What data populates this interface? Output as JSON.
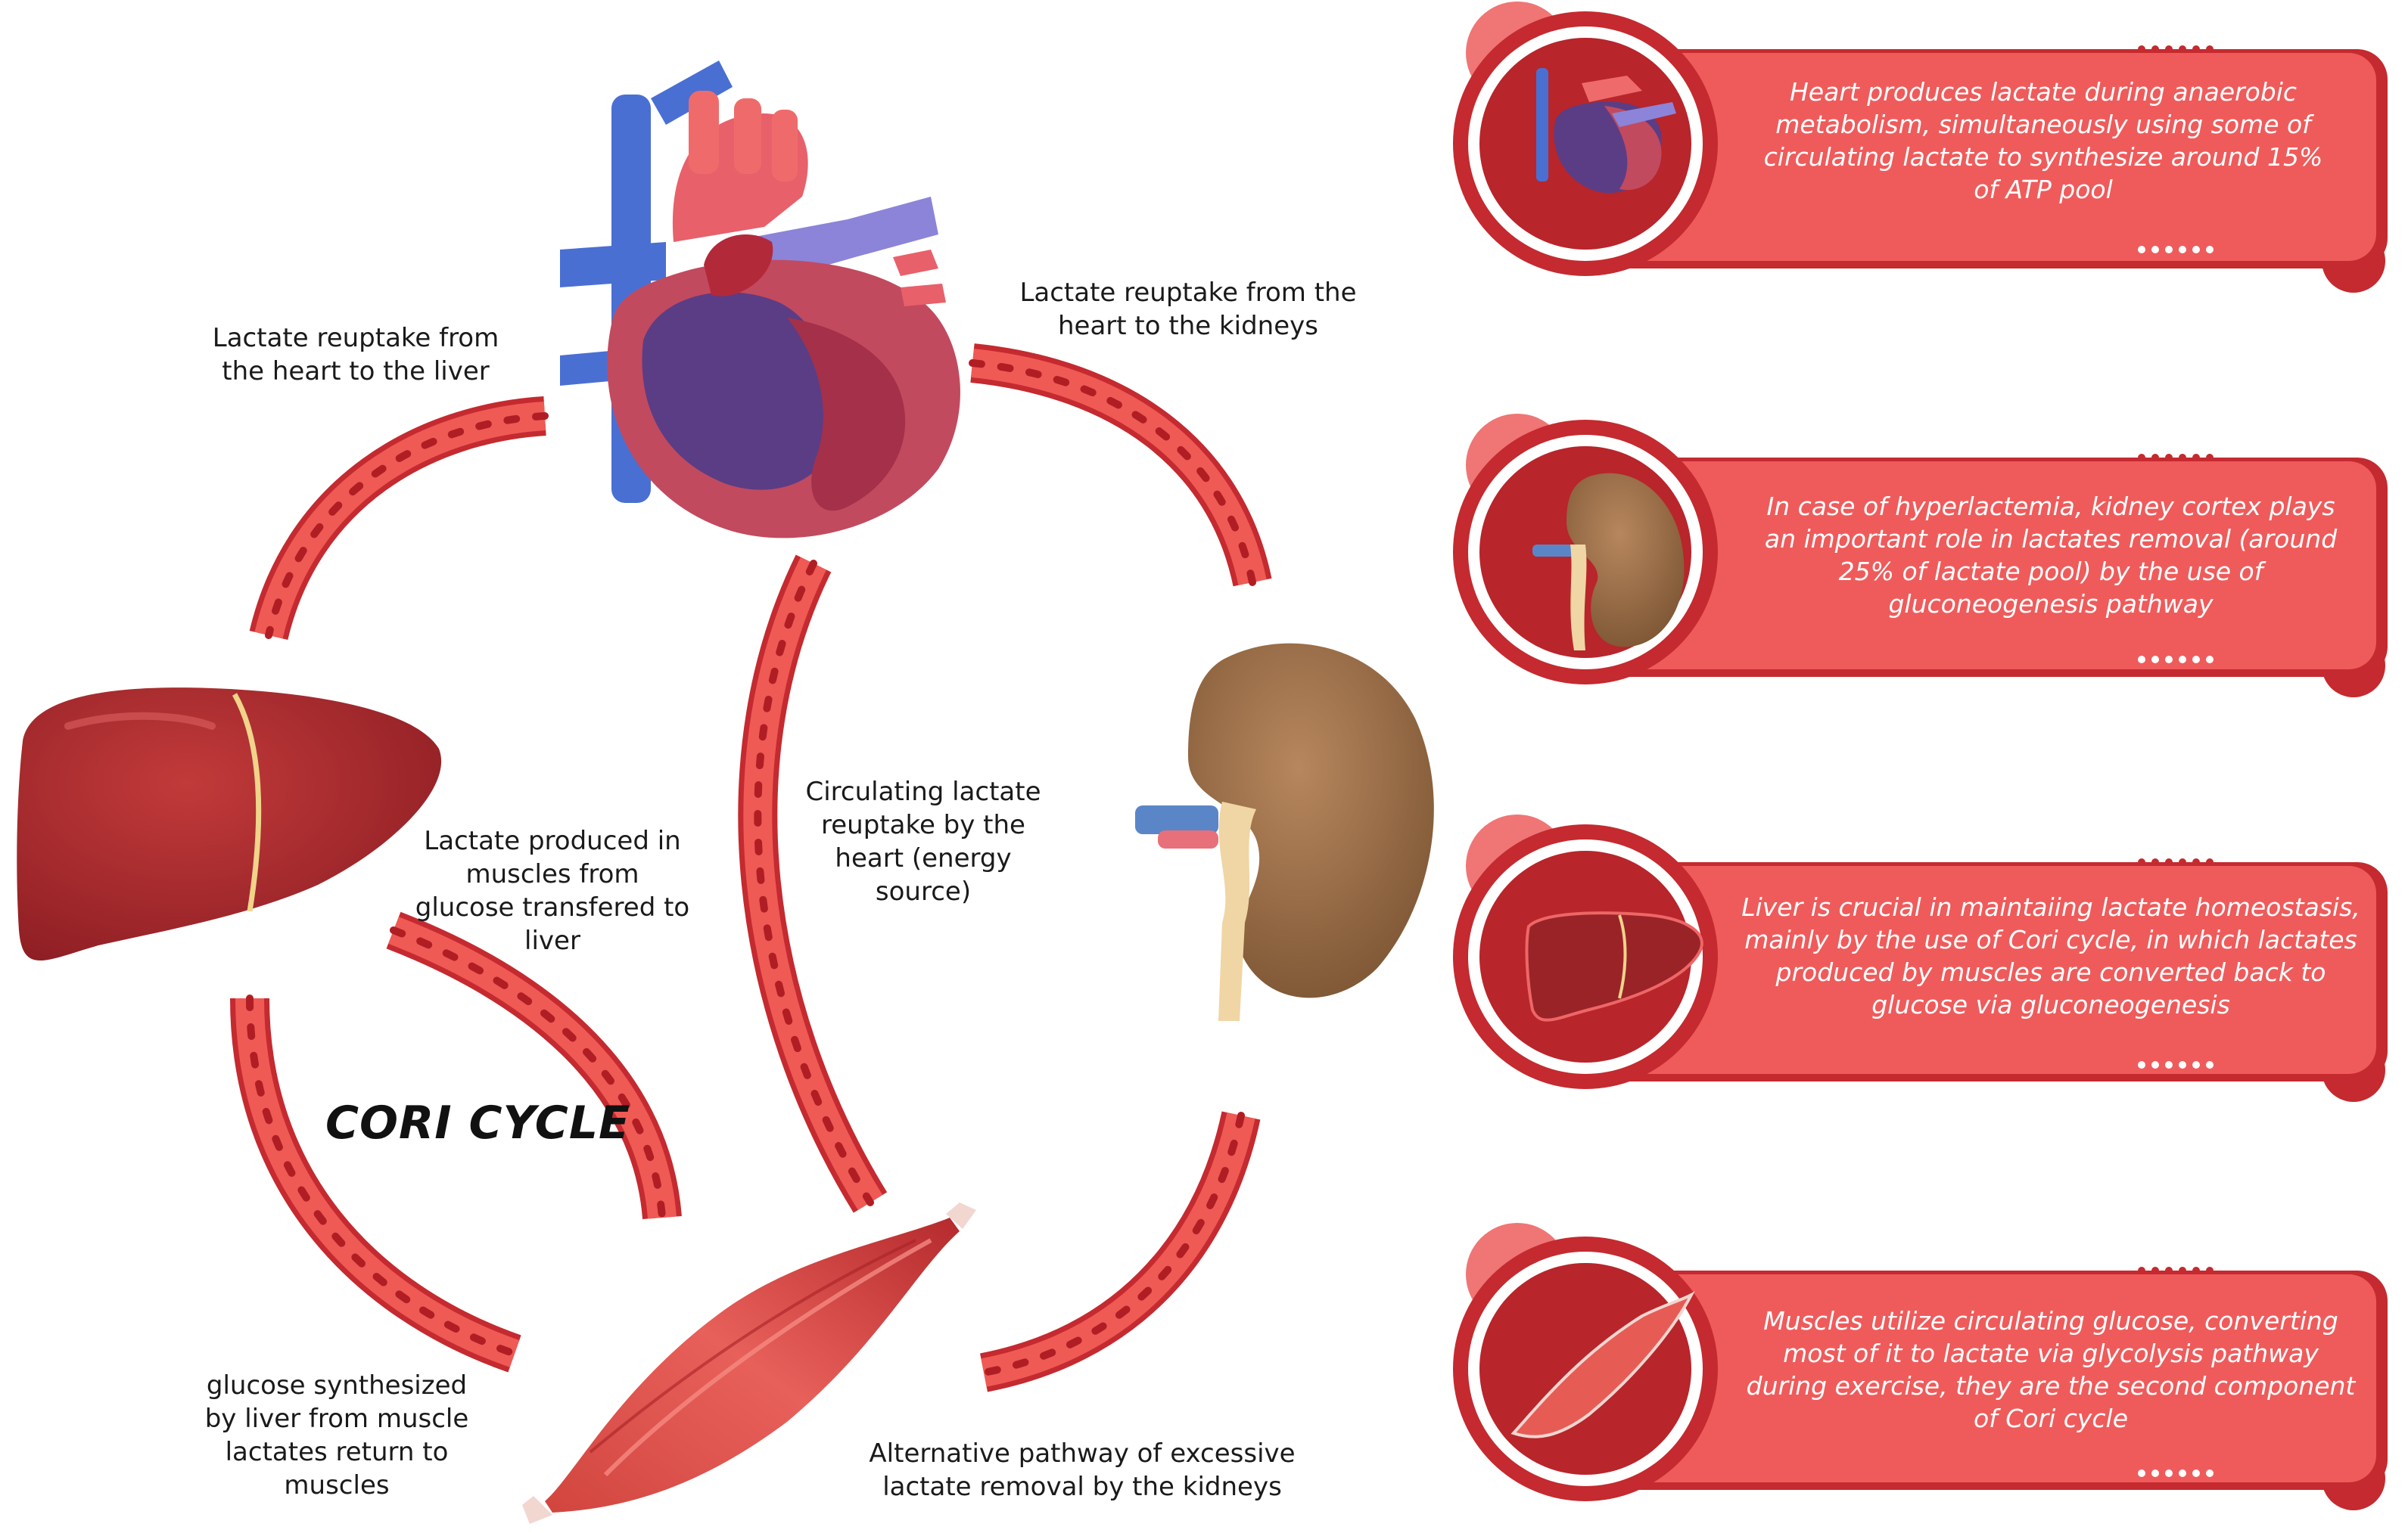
{
  "diagram": {
    "title": "CORI CYCLE",
    "labels": {
      "heart_to_liver": "Lactate reuptake from the heart to the liver",
      "heart_to_kidneys": "Lactate reuptake from the heart to the kidneys",
      "circulating": "Circulating lactate reuptake by the heart (energy source)",
      "muscle_to_liver": "Lactate produced in muscles from glucose transfered to liver",
      "liver_to_muscle": "glucose synthesized by liver from muscle lactates return to muscles",
      "kidney_removal": "Alternative pathway of excessive lactate removal by the kidneys"
    },
    "organs": [
      "heart-icon",
      "liver-icon",
      "kidney-icon",
      "muscle-icon"
    ],
    "colors": {
      "vessel": "#e0403a",
      "card": "#ef5b5b",
      "card_ring": "#c42a2f",
      "blood_cell": "#b01e24"
    }
  },
  "cards": [
    {
      "icon": "heart-icon",
      "text": "Heart produces lactate during anaerobic metabolism, simultaneously using some of circulating lactate to synthesize around 15% of ATP pool"
    },
    {
      "icon": "kidney-icon",
      "text": "In case of hyperlactemia, kidney cortex plays an important role in lactates removal (around 25% of lactate pool) by the use of gluconeogenesis pathway"
    },
    {
      "icon": "liver-icon",
      "text": "Liver is crucial in maintaiing lactate homeostasis, mainly by the use of Cori cycle, in which lactates produced by muscles are converted back to glucose via gluconeogenesis"
    },
    {
      "icon": "muscle-icon",
      "text": "Muscles utilize circulating glucose, converting most of it to lactate via glycolysis pathway during exercise, they are the second component of Cori cycle"
    }
  ]
}
